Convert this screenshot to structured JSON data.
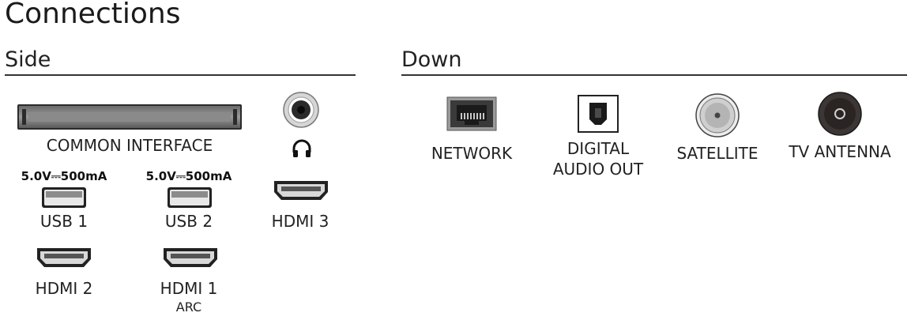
{
  "title": "Connections",
  "side": {
    "heading": "Side",
    "common_interface": "COMMON INTERFACE",
    "headphones_icon": "headphones-icon",
    "usb1": {
      "power": "5.0V⎓500mA",
      "label": "USB 1"
    },
    "usb2": {
      "power": "5.0V⎓500mA",
      "label": "USB 2"
    },
    "hdmi3": "HDMI 3",
    "hdmi2": "HDMI 2",
    "hdmi1": {
      "label": "HDMI 1",
      "sub": "ARC"
    }
  },
  "down": {
    "heading": "Down",
    "network": "NETWORK",
    "digital_audio_out": [
      "DIGITAL",
      "AUDIO OUT"
    ],
    "satellite": "SATELLITE",
    "tv_antenna": "TV ANTENNA"
  }
}
